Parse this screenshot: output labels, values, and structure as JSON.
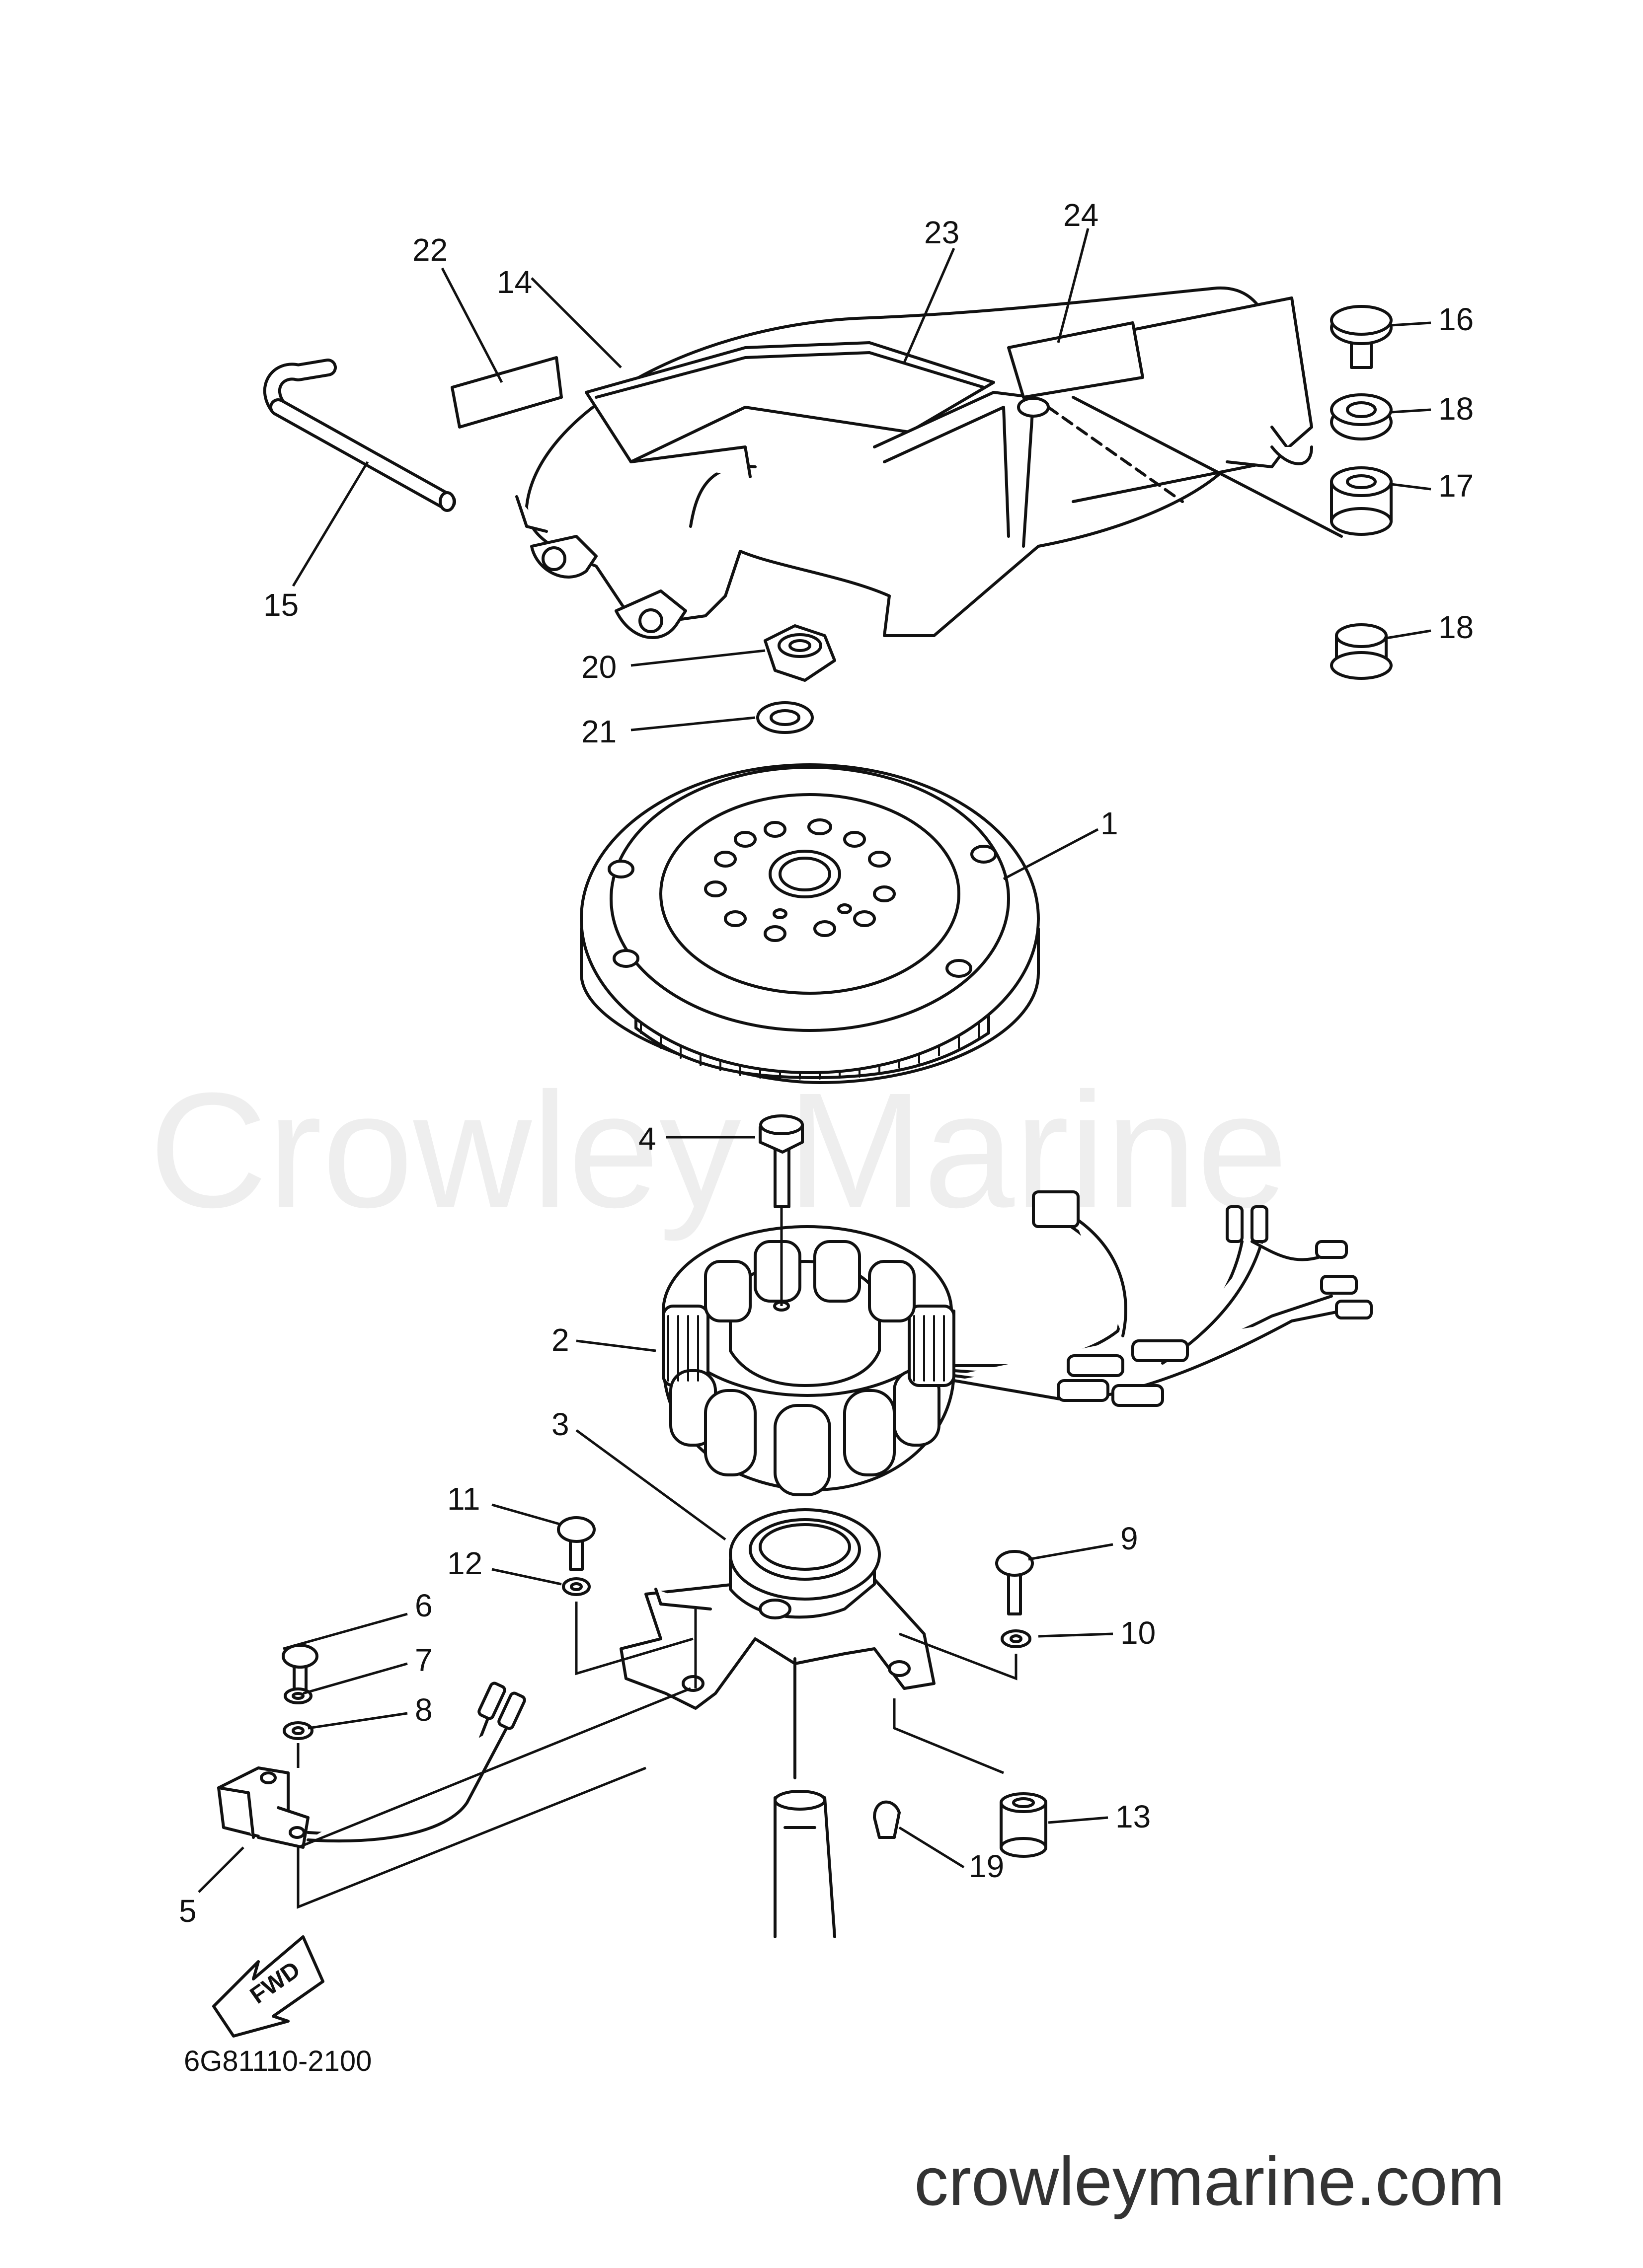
{
  "diagram": {
    "code": "6G81110-2100",
    "watermark": "Crowley Marine",
    "website": "crowleymarine.com",
    "fwd_label": "FWD"
  },
  "callouts": [
    {
      "id": "c1",
      "label": "1"
    },
    {
      "id": "c2",
      "label": "2"
    },
    {
      "id": "c3",
      "label": "3"
    },
    {
      "id": "c4",
      "label": "4"
    },
    {
      "id": "c5",
      "label": "5"
    },
    {
      "id": "c6",
      "label": "6"
    },
    {
      "id": "c7",
      "label": "7"
    },
    {
      "id": "c8",
      "label": "8"
    },
    {
      "id": "c9",
      "label": "9"
    },
    {
      "id": "c10",
      "label": "10"
    },
    {
      "id": "c11",
      "label": "11"
    },
    {
      "id": "c12",
      "label": "12"
    },
    {
      "id": "c13",
      "label": "13"
    },
    {
      "id": "c14",
      "label": "14"
    },
    {
      "id": "c15",
      "label": "15"
    },
    {
      "id": "c16",
      "label": "16"
    },
    {
      "id": "c17",
      "label": "17"
    },
    {
      "id": "c18a",
      "label": "18"
    },
    {
      "id": "c18b",
      "label": "18"
    },
    {
      "id": "c19",
      "label": "19"
    },
    {
      "id": "c20",
      "label": "20"
    },
    {
      "id": "c21",
      "label": "21"
    },
    {
      "id": "c22",
      "label": "22"
    },
    {
      "id": "c23",
      "label": "23"
    },
    {
      "id": "c24",
      "label": "24"
    }
  ]
}
